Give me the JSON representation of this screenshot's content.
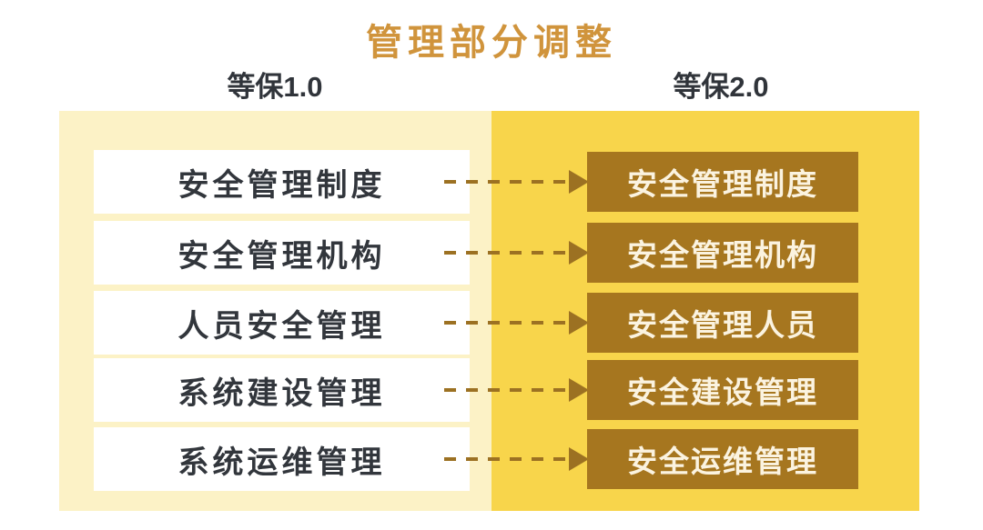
{
  "title": "管理部分调整",
  "columns": {
    "old": "等保1.0",
    "new": "等保2.0"
  },
  "rows": [
    {
      "old": "安全管理制度",
      "new": "安全管理制度"
    },
    {
      "old": "安全管理机构",
      "new": "安全管理机构"
    },
    {
      "old": "人员安全管理",
      "new": "安全管理人员"
    },
    {
      "old": "系统建设管理",
      "new": "安全建设管理"
    },
    {
      "old": "系统运维管理",
      "new": "安全运维管理"
    }
  ],
  "colors": {
    "title": "#D0943C",
    "header_text": "#30343A",
    "panel_old_bg": "#FCF2C6",
    "panel_new_bg": "#F8D54B",
    "box_old_bg": "#FFFFFF",
    "box_old_text": "#32363C",
    "box_new_bg": "#A6761F",
    "box_new_text": "#FBF3E0",
    "arrow": "#9C7122"
  }
}
